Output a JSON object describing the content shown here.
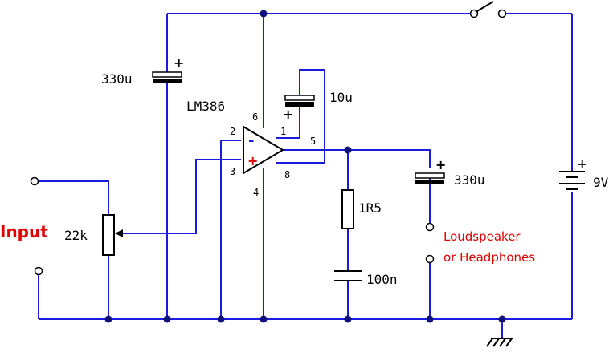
{
  "labels": {
    "input": "Input",
    "pot": "22k",
    "c_in": "330u",
    "ic": "LM386",
    "c_bypass": "10u",
    "c_out": "330u",
    "resistor": "1R5",
    "c_zobel": "100n",
    "battery": "9V",
    "speaker_line1": "Loudspeaker",
    "speaker_line2": "or Headphones"
  },
  "pins": {
    "p1": "1",
    "p2": "2",
    "p3": "3",
    "p4": "4",
    "p5": "5",
    "p6": "6",
    "p8": "8"
  },
  "symbols": {
    "plus": "+",
    "minus": "-"
  },
  "colors": {
    "wire": "#1a1ae0",
    "junction": "#10107a",
    "label_red": "#e00000",
    "component": "#000000"
  }
}
